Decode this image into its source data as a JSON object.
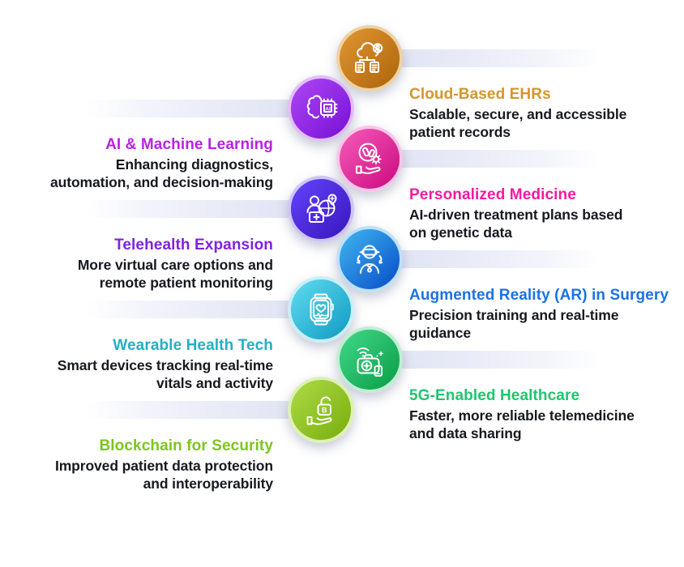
{
  "items": [
    {
      "id": "cloud-based-ehrs",
      "side": "right",
      "title": "Cloud-Based EHRs",
      "desc_lines": [
        "Scalable, secure, and accessible",
        "patient records"
      ],
      "icon": "cloud-ehr-icon",
      "colors": {
        "title": "#d5962c",
        "from": "#d98f2b",
        "to": "#b2690f",
        "ring": "#eed2a4"
      }
    },
    {
      "id": "ai-machine-learning",
      "side": "left",
      "title": "AI & Machine Learning",
      "desc_lines": [
        "Enhancing diagnostics,",
        "automation, and decision-making"
      ],
      "icon": "brain-ai-icon",
      "icon_label": "AI",
      "colors": {
        "title": "#b823e3",
        "from": "#a63ef0",
        "to": "#7c16d8",
        "ring": "#e2bff7"
      }
    },
    {
      "id": "personalized-medicine",
      "side": "right",
      "title": "Personalized Medicine",
      "desc_lines": [
        "AI-driven treatment plans based",
        "on genetic data"
      ],
      "icon": "pill-hand-icon",
      "colors": {
        "title": "#f31ba2",
        "from": "#f050b2",
        "to": "#cf1184",
        "ring": "#f9c7e7"
      }
    },
    {
      "id": "telehealth-expansion",
      "side": "left",
      "title": "Telehealth Expansion",
      "desc_lines": [
        "More virtual care options and",
        "remote patient monitoring"
      ],
      "icon": "telehealth-icon",
      "colors": {
        "title": "#8221e0",
        "from": "#5e3cf2",
        "to": "#3c1ac2",
        "ring": "#cfc5f8"
      }
    },
    {
      "id": "ar-in-surgery",
      "side": "right",
      "title": "Augmented Reality (AR) in Surgery",
      "desc_lines": [
        "Precision training and real-time",
        "guidance"
      ],
      "icon": "ar-headset-icon",
      "colors": {
        "title": "#1b72e6",
        "from": "#38a8ea",
        "to": "#0c55cc",
        "ring": "#bfe0f8"
      }
    },
    {
      "id": "wearable-health-tech",
      "side": "left",
      "title": "Wearable Health Tech",
      "desc_lines": [
        "Smart devices tracking real-time",
        "vitals and activity"
      ],
      "icon": "smartwatch-icon",
      "colors": {
        "title": "#27aec2",
        "from": "#56d2ea",
        "to": "#17a0c6",
        "ring": "#c9eff7"
      }
    },
    {
      "id": "5g-enabled-healthcare",
      "side": "right",
      "title": "5G-Enabled Healthcare",
      "desc_lines": [
        "Faster, more reliable telemedicine",
        "and data sharing"
      ],
      "icon": "medkit-5g-icon",
      "colors": {
        "title": "#22c46e",
        "from": "#38d080",
        "to": "#10a24c",
        "ring": "#c0eed4"
      }
    },
    {
      "id": "blockchain-for-security",
      "side": "left",
      "title": "Blockchain for Security",
      "desc_lines": [
        "Improved patient data protection",
        "and interoperability"
      ],
      "icon": "lock-hand-icon",
      "icon_label": "B",
      "colors": {
        "title": "#7dc51f",
        "from": "#a6d43e",
        "to": "#7db212",
        "ring": "#def0b6"
      }
    }
  ]
}
